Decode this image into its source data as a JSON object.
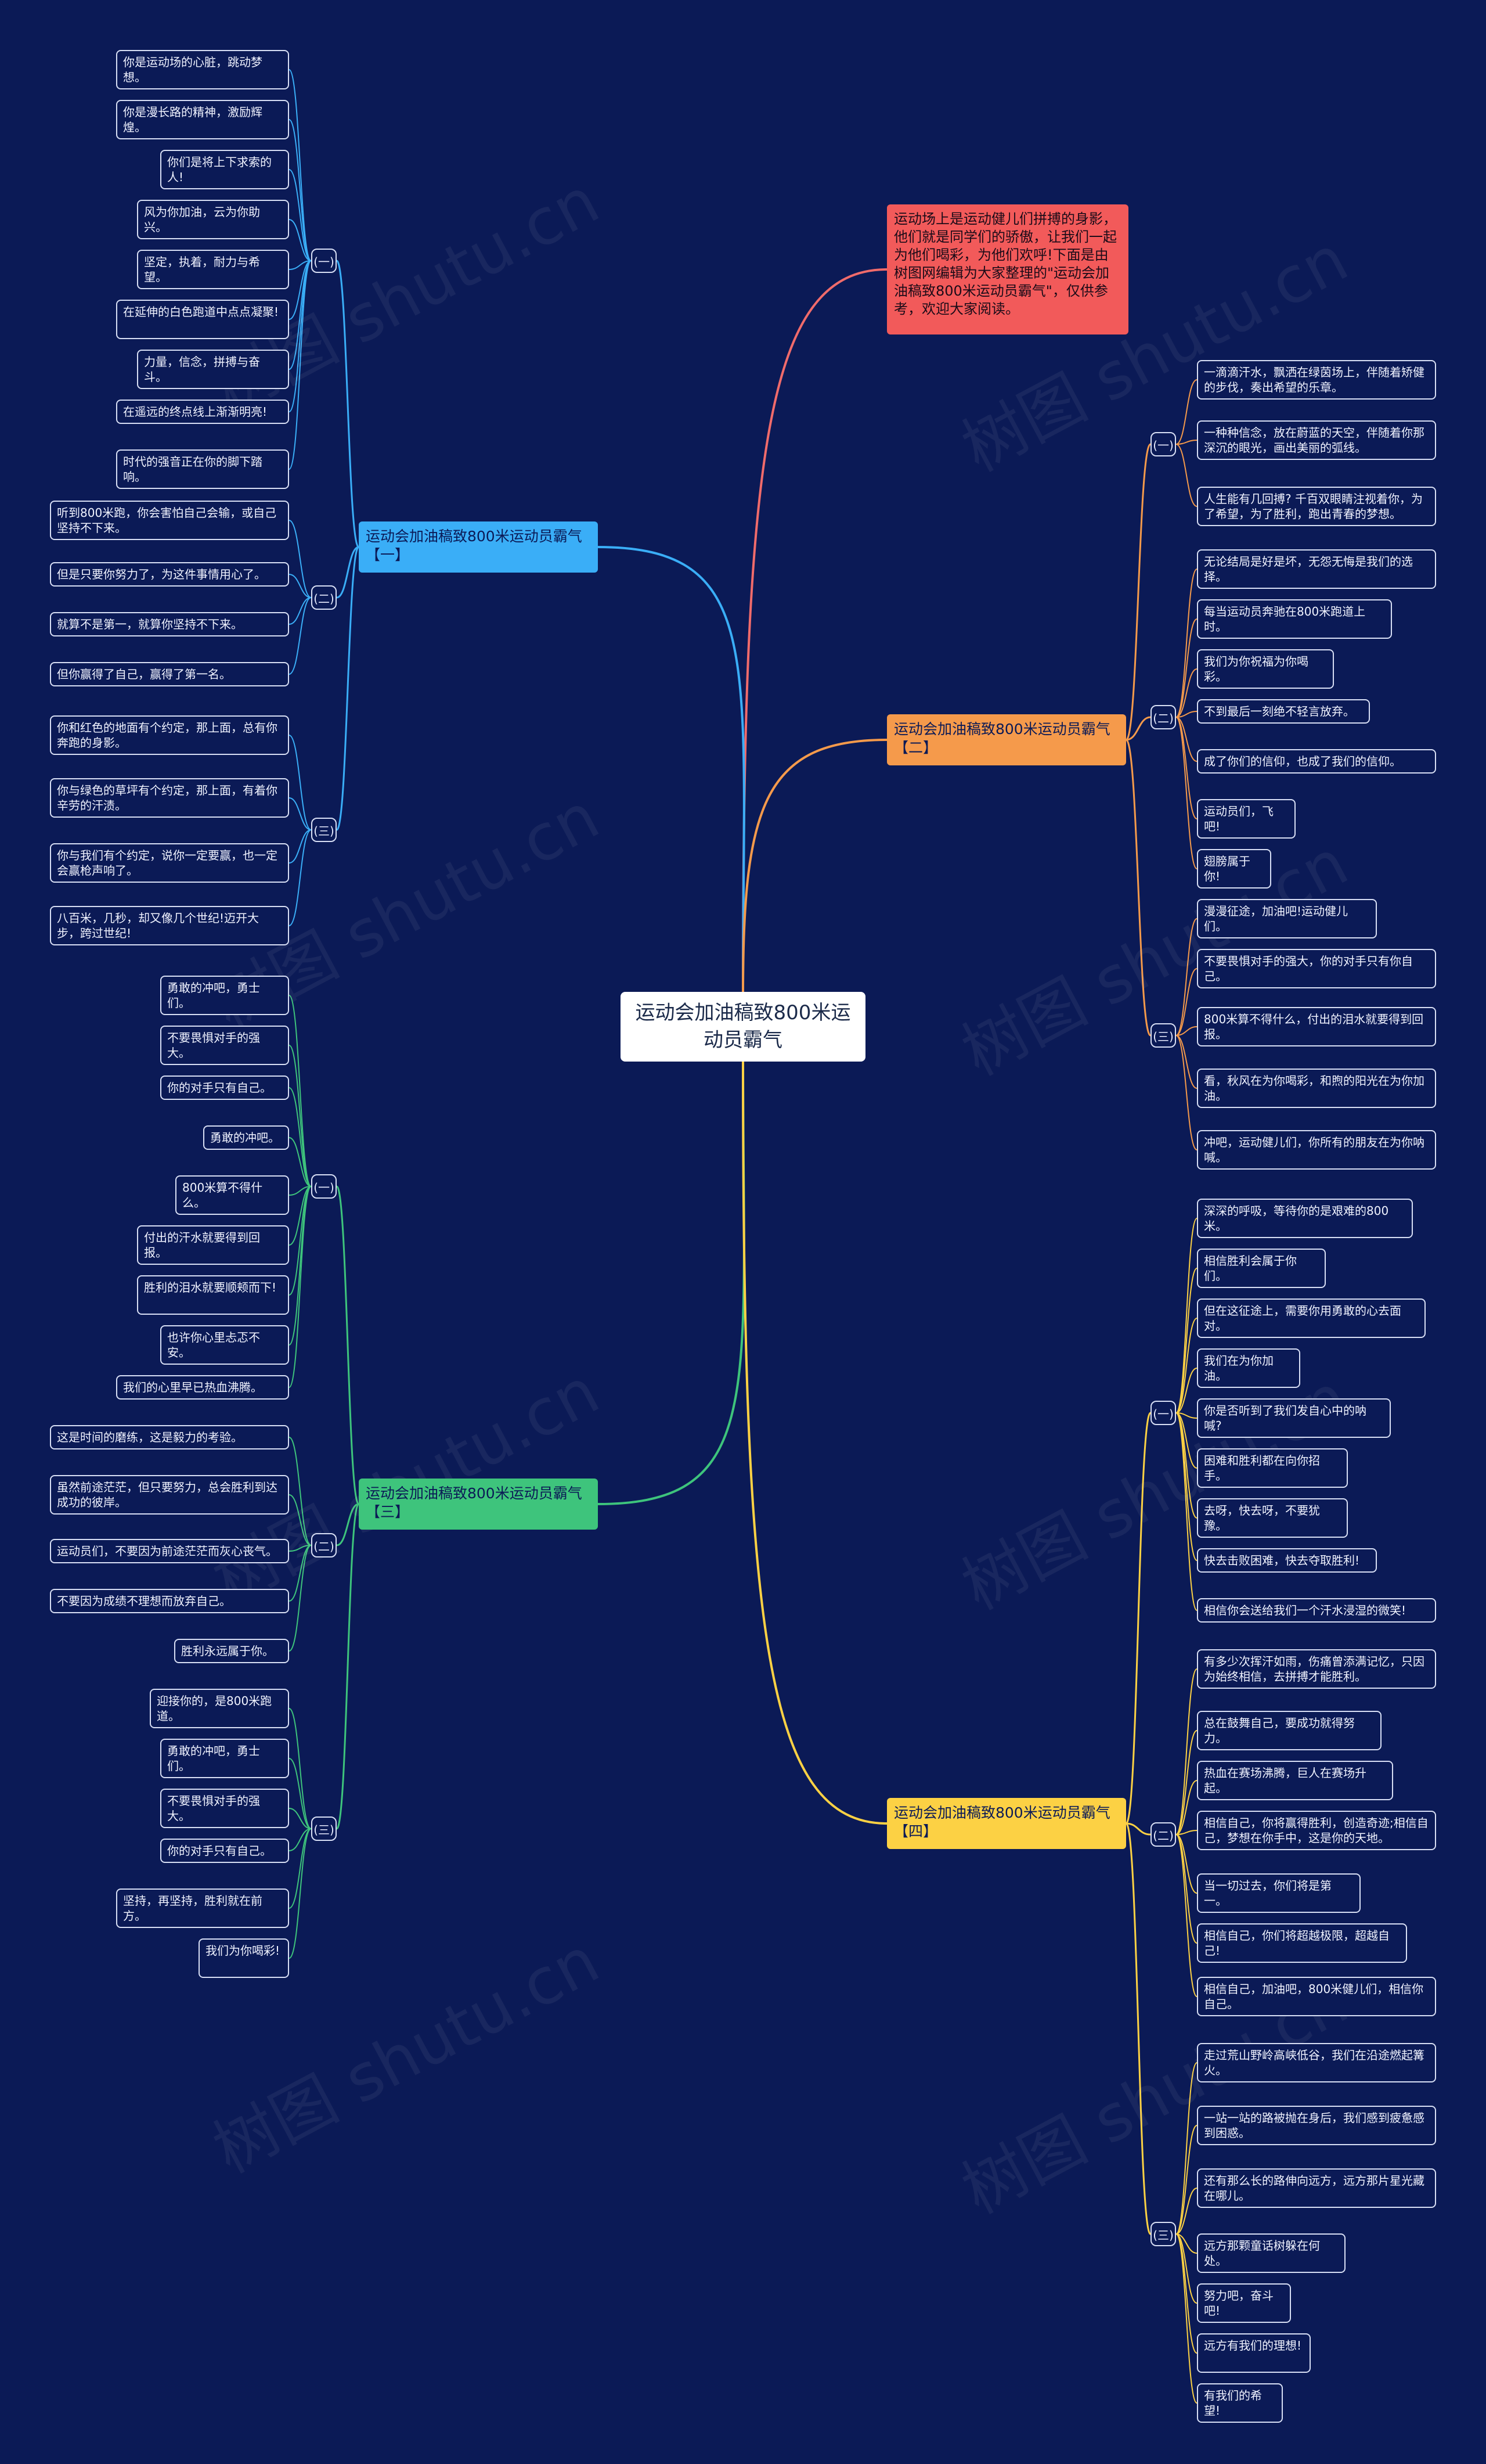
{
  "watermark": "树图 shutu.cn",
  "root": "运动会加油稿致800米运动员霸气",
  "intro": "运动场上是运动健儿们拼搏的身影，他们就是同学们的骄傲，让我们一起为他们喝彩，为他们欢呼!下面是由树图网编辑为大家整理的\"运动会加油稿致800米运动员霸气\"，仅供参考，欢迎大家阅读。",
  "b1": {
    "title": "运动会加油稿致800米运动员霸气【一】",
    "s1": {
      "label": "(一)",
      "items": [
        "你是运动场的心脏，跳动梦想。",
        "你是漫长路的精神，激励辉煌。",
        "你们是将上下求索的人!",
        "风为你加油，云为你助兴。",
        "坚定，执着，耐力与希望。",
        "在延伸的白色跑道中点点凝聚!",
        "力量，信念，拼搏与奋斗。",
        "在遥远的终点线上渐渐明亮!",
        "时代的强音正在你的脚下踏响。"
      ]
    },
    "s2": {
      "label": "(二)",
      "items": [
        "听到800米跑，你会害怕自己会输，或自己坚持不下来。",
        "但是只要你努力了，为这件事情用心了。",
        "就算不是第一，就算你坚持不下来。",
        "但你赢得了自己，赢得了第一名。"
      ]
    },
    "s3": {
      "label": "(三)",
      "items": [
        "你和红色的地面有个约定，那上面，总有你奔跑的身影。",
        "你与绿色的草坪有个约定，那上面，有着你辛劳的汗渍。",
        "你与我们有个约定，说你一定要赢，也一定会赢枪声响了。",
        "八百米，几秒，却又像几个世纪!迈开大步，跨过世纪!"
      ]
    }
  },
  "b2": {
    "title": "运动会加油稿致800米运动员霸气【二】",
    "s1": {
      "label": "(一)",
      "items": [
        "一滴滴汗水，飘洒在绿茵场上，伴随着矫健的步伐，奏出希望的乐章。",
        "一种种信念，放在蔚蓝的天空，伴随着你那深沉的眼光，画出美丽的弧线。",
        "人生能有几回搏? 千百双眼睛注视着你，为了希望，为了胜利，跑出青春的梦想。"
      ]
    },
    "s2": {
      "label": "(二)",
      "items": [
        "无论结局是好是坏，无怨无悔是我们的选择。",
        "每当运动员奔驰在800米跑道上时。",
        "我们为你祝福为你喝彩。",
        "不到最后一刻绝不轻言放弃。",
        "成了你们的信仰，也成了我们的信仰。",
        "运动员们，飞吧!",
        "翅膀属于你!"
      ]
    },
    "s3": {
      "label": "(三)",
      "items": [
        "漫漫征途，加油吧!运动健儿们。",
        "不要畏惧对手的强大，你的对手只有你自己。",
        "800米算不得什么，付出的泪水就要得到回报。",
        "看，秋风在为你喝彩，和煦的阳光在为你加油。",
        "冲吧，运动健儿们，你所有的朋友在为你呐喊。"
      ]
    }
  },
  "b3": {
    "title": "运动会加油稿致800米运动员霸气【三】",
    "s1": {
      "label": "(一)",
      "items": [
        "勇敢的冲吧，勇士们。",
        "不要畏惧对手的强大。",
        "你的对手只有自己。",
        "勇敢的冲吧。",
        "800米算不得什么。",
        "付出的汗水就要得到回报。",
        "胜利的泪水就要顺颊而下!",
        "也许你心里忐忑不安。",
        "我们的心里早已热血沸腾。"
      ]
    },
    "s2": {
      "label": "(二)",
      "items": [
        "这是时间的磨练，这是毅力的考验。",
        "虽然前途茫茫，但只要努力，总会胜利到达成功的彼岸。",
        "运动员们，不要因为前途茫茫而灰心丧气。",
        "不要因为成绩不理想而放弃自己。",
        "胜利永远属于你。"
      ]
    },
    "s3": {
      "label": "(三)",
      "items": [
        "迎接你的，是800米跑道。",
        "勇敢的冲吧，勇士们。",
        "不要畏惧对手的强大。",
        "你的对手只有自己。",
        "坚持，再坚持，胜利就在前方。",
        "我们为你喝彩!"
      ]
    }
  },
  "b4": {
    "title": "运动会加油稿致800米运动员霸气【四】",
    "s1": {
      "label": "(一)",
      "items": [
        "深深的呼吸，等待你的是艰难的800米。",
        "相信胜利会属于你们。",
        "但在这征途上，需要你用勇敢的心去面对。",
        "我们在为你加油。",
        "你是否听到了我们发自心中的呐喊?",
        "困难和胜利都在向你招手。",
        "去呀，快去呀，不要犹豫。",
        "快去击败困难，快去夺取胜利!",
        "相信你会送给我们一个汗水浸湿的微笑!"
      ]
    },
    "s2": {
      "label": "(二)",
      "items": [
        "有多少次挥汗如雨，伤痛曾添满记忆，只因为始终相信，去拼搏才能胜利。",
        "总在鼓舞自己，要成功就得努力。",
        "热血在赛场沸腾，巨人在赛场升起。",
        "相信自己，你将赢得胜利，创造奇迹;相信自己，梦想在你手中，这是你的天地。",
        "当一切过去，你们将是第一。",
        "相信自己，你们将超越极限，超越自己!",
        "相信自己，加油吧，800米健儿们，相信你自己。"
      ]
    },
    "s3": {
      "label": "(三)",
      "items": [
        "走过荒山野岭高峡低谷，我们在沿途燃起篝火。",
        "一站一站的路被抛在身后，我们感到疲惫感到困惑。",
        "还有那么长的路伸向远方，远方那片星光藏在哪儿。",
        "远方那颗童话树躲在何处。",
        "努力吧，奋斗吧!",
        "远方有我们的理想!",
        "有我们的希望!"
      ]
    }
  }
}
